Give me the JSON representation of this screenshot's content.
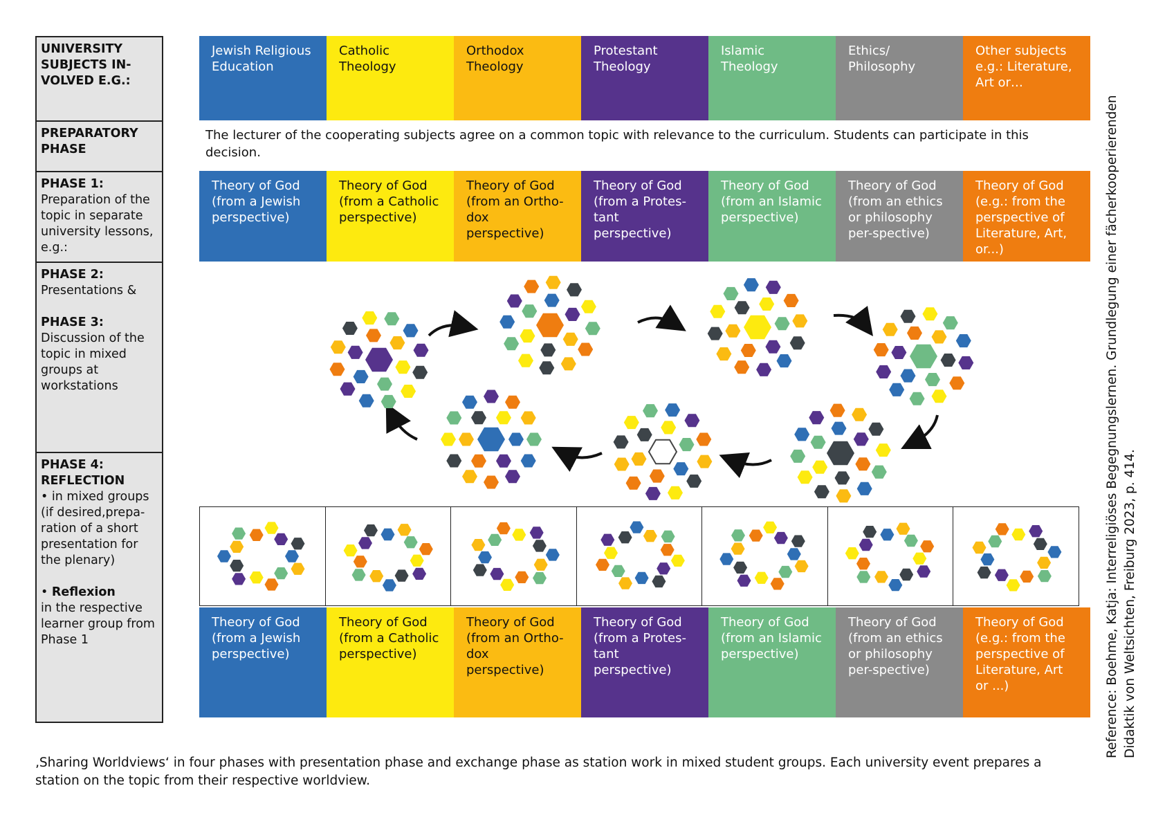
{
  "colors": {
    "jewish": "#2f6fb5",
    "catholic": "#fdea0f",
    "orthodox": "#fbbb12",
    "protestant": "#56338c",
    "islamic": "#6fbb85",
    "ethics": "#8a8a8a",
    "other": "#ef7d10",
    "dark": "#3d4449"
  },
  "left": {
    "subjects_heading": "UNIVERSITY SUBJECTS IN-VOLVED E.G.:",
    "prep_heading": "PREPARATORY PHASE",
    "phase1_heading": "PHASE 1:",
    "phase1_text": "Preparation of the topic in separate university lessons, e.g.:",
    "phase2_heading": "PHASE 2:",
    "phase2_text": "Presentations &",
    "phase3_heading": "PHASE 3:",
    "phase3_text": "Discussion of the topic in mixed groups at workstations",
    "phase4_heading": "PHASE 4: REFLECTION",
    "phase4_text": "• in mixed groups (if desired,prepa-ration of a short presentation for the plenary)",
    "reflexion_bullet": "•",
    "reflexion_heading": "Reflexion",
    "reflexion_text": "in the respective learner group from Phase 1"
  },
  "subjects": [
    {
      "label": "Jewish Religious Education",
      "color": "jewish"
    },
    {
      "label": "Catholic Theology",
      "color": "catholic"
    },
    {
      "label": "Orthodox Theology",
      "color": "orthodox"
    },
    {
      "label": "Protestant Theology",
      "color": "protestant"
    },
    {
      "label": "Islamic Theology",
      "color": "islamic"
    },
    {
      "label": "Ethics/ Philosophy",
      "color": "ethics"
    },
    {
      "label": "Other subjects e.g.: Literature, Art or…",
      "color": "other"
    }
  ],
  "preparatory_text": "The lecturer of the cooperating subjects agree on a common topic with relevance to the curriculum. Students can participate in this decision.",
  "theory_labels": [
    "Theory of God (from a Jewish perspective)",
    "Theory of God (from a Catholic perspective)",
    "Theory of God (from an Ortho-dox perspective)",
    "Theory of God (from a Protes-tant perspective)",
    "Theory of God (from an Islamic perspective)",
    "Theory of God (from an ethics or philosophy per-spective)",
    "Theory of God (e.g.: from the perspective of Literature, Art, or...)"
  ],
  "theory_labels_bottom": [
    "Theory of God (from a Jewish perspective)",
    "Theory of God (from a Catholic perspective)",
    "Theory of God (from an Ortho-dox perspective)",
    "Theory of God (from a Protes-tant perspective)",
    "Theory of God (from an Islamic perspective)",
    "Theory of God (from an ethics or philosophy per-spective)",
    "Theory of God (e.g.: from the perspective of Literature, Art or ...)"
  ],
  "caption": "‚Sharing Worldviews‘ in four phases with presentation phase and exchange phase as station work in mixed student groups. Each university event prepares a station on the topic from their respective worldview.",
  "reference": "Reference: Boehme, Katja: Interreligiöses Begegnungslernen. Grundlegung einer fächerkooperierenden Didaktik von Weltsichten, Freiburg 2023, p. 414."
}
